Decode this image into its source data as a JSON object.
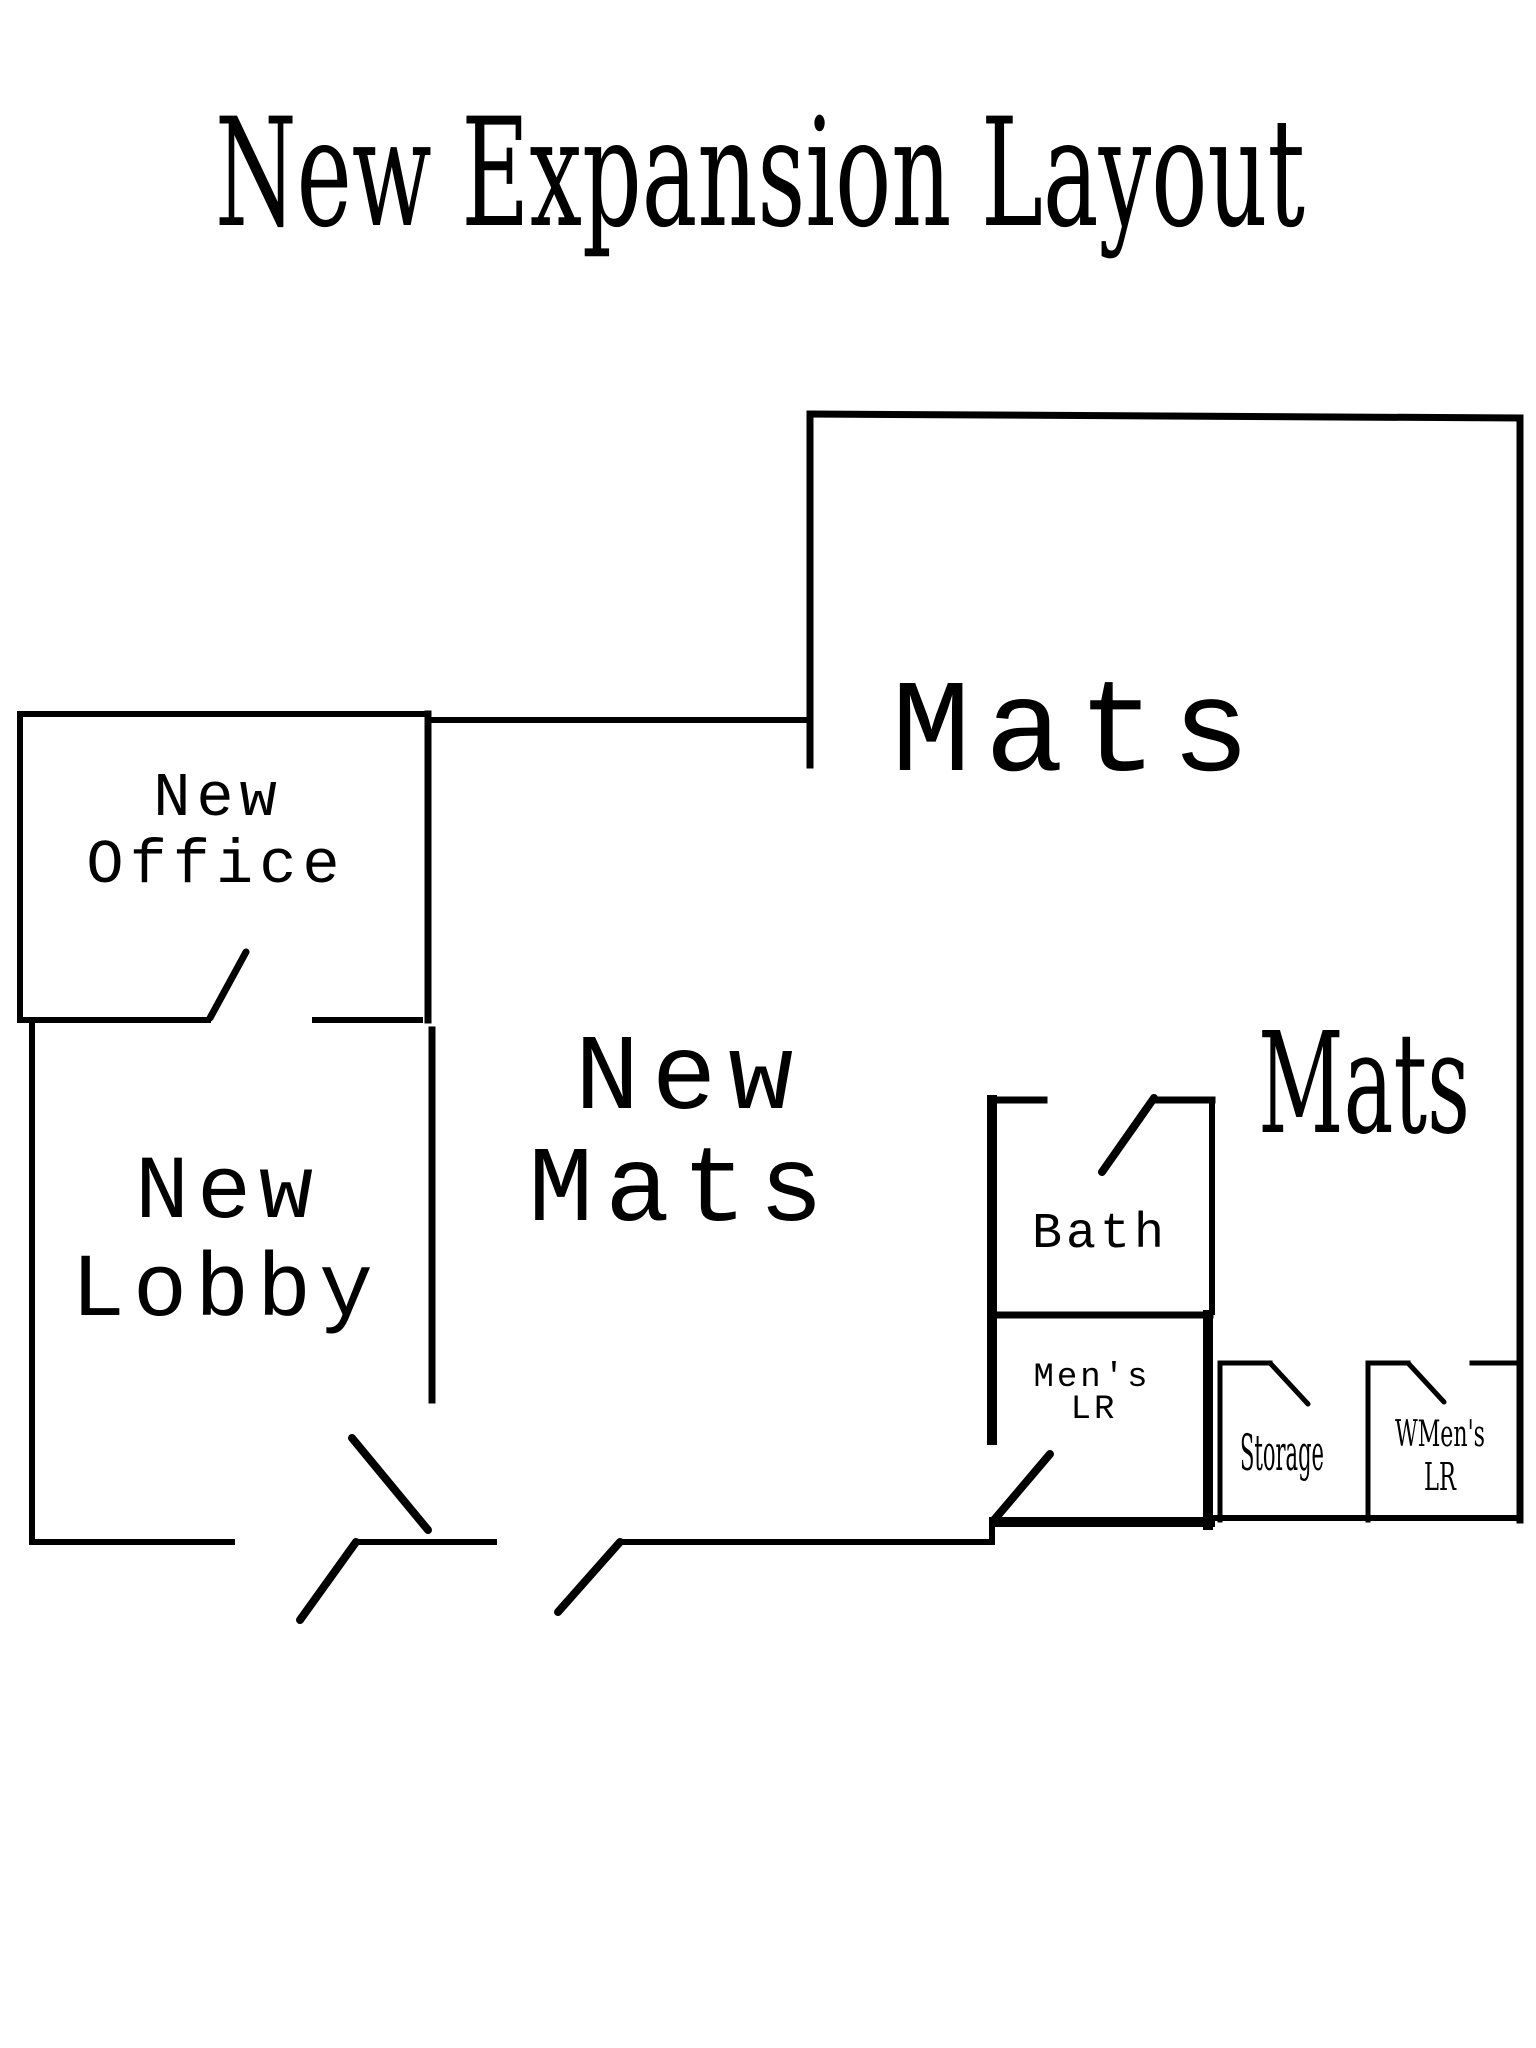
{
  "title": "New Expansion Layout",
  "rooms": {
    "mats_main": "Mats",
    "mats_side": "Mats",
    "new_mats": [
      "New",
      "Mats"
    ],
    "new_office": [
      "New",
      "Office"
    ],
    "new_lobby": [
      "New",
      "Lobby"
    ],
    "bath": "Bath",
    "mens_lr": [
      "Men's",
      "LR"
    ],
    "storage": "Storage",
    "wmens_lr": [
      "WMen's",
      "LR"
    ]
  },
  "colors": {
    "line": "#000000",
    "background": "#ffffff"
  }
}
